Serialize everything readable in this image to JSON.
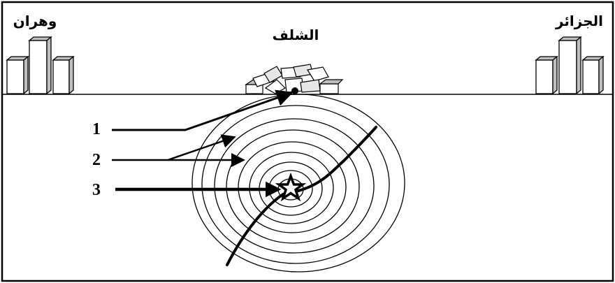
{
  "cities": {
    "left": "وهران",
    "center": "الشلف",
    "right": "الجزائر"
  },
  "callouts": {
    "n1": "1",
    "n2": "2",
    "n3": "3"
  },
  "colors": {
    "ink": "#000000",
    "building_light": "#f2f2f2",
    "building_shade": "#bfbfbf"
  }
}
